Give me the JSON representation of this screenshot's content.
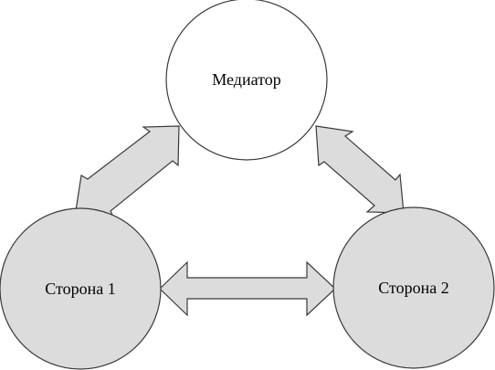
{
  "nodes": {
    "mediator": {
      "label": "Медиатор",
      "fill": "#ffffff"
    },
    "party1": {
      "label": "Сторона 1",
      "fill": "#dcdcdc"
    },
    "party2": {
      "label": "Сторона 2",
      "fill": "#dcdcdc"
    }
  },
  "arrows": {
    "fill": "#dcdcdc",
    "stroke": "#3a3a3a",
    "connections": [
      {
        "from": "mediator",
        "to": "party1",
        "direction": "bidirectional"
      },
      {
        "from": "mediator",
        "to": "party2",
        "direction": "bidirectional"
      },
      {
        "from": "party1",
        "to": "party2",
        "direction": "bidirectional"
      }
    ]
  }
}
